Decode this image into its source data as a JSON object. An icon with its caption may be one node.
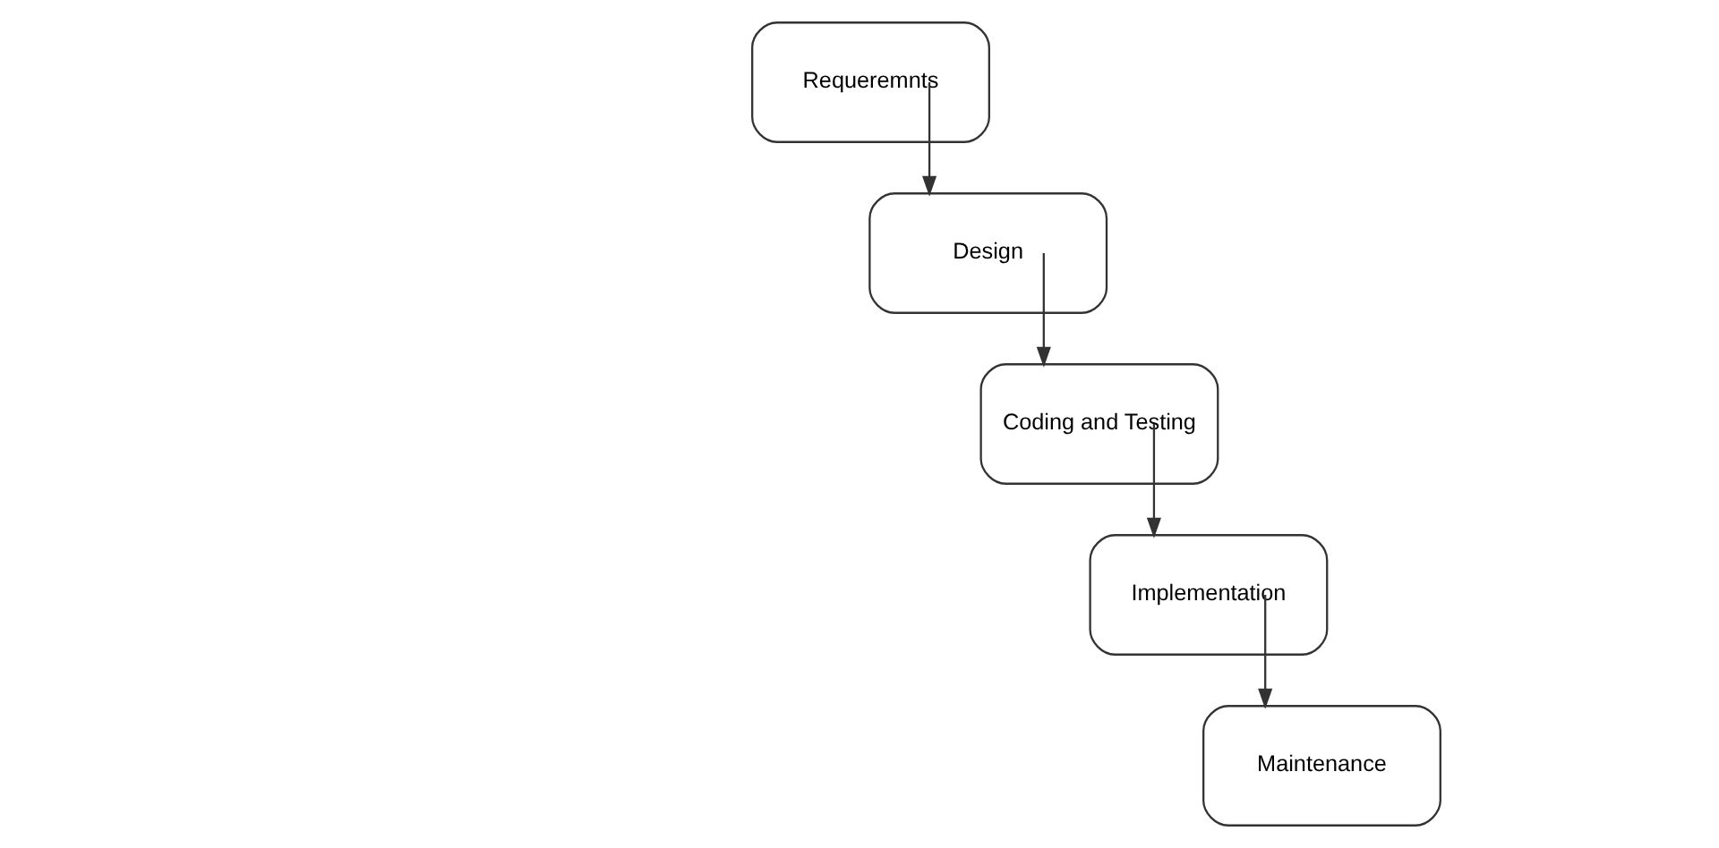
{
  "diagram": {
    "nodes": [
      {
        "text": [
          "Requeremnts"
        ]
      },
      {
        "text": [
          "Design"
        ]
      },
      {
        "text": [
          "Coding and Testing"
        ]
      },
      {
        "text": [
          "Implementation"
        ]
      },
      {
        "text": [
          "Maintenance"
        ]
      }
    ],
    "edges": [
      {
        "from": 0,
        "to": 1,
        "arrow": "to"
      },
      {
        "from": 1,
        "to": 2,
        "arrow": "to"
      },
      {
        "from": 2,
        "to": 3,
        "arrow": "to"
      },
      {
        "from": 3,
        "to": 4,
        "arrow": "to"
      }
    ]
  }
}
